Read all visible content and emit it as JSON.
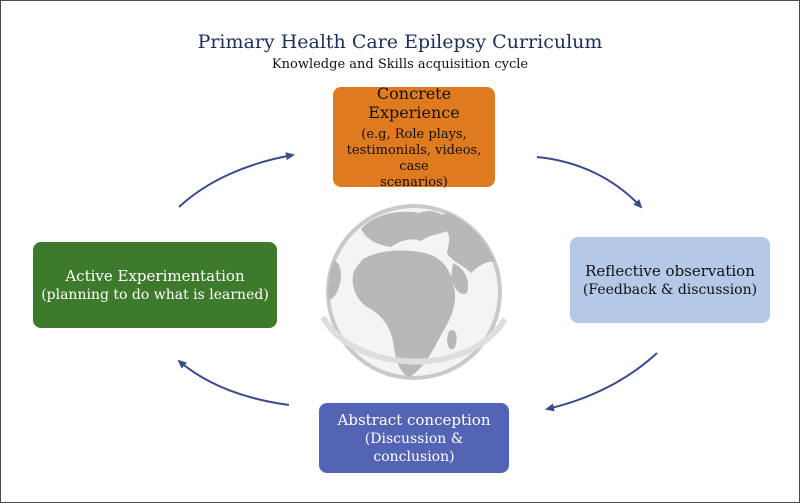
{
  "title": "Primary Health Care Epilepsy Curriculum",
  "subtitle": "Knowledge and Skills acquisition cycle",
  "stages": {
    "concrete": {
      "heading": "Concrete Experience",
      "desc": [
        "(e.g, Role plays,",
        "testimonials, videos, case",
        "scenarios)"
      ],
      "color": "#e07a1e"
    },
    "reflective": {
      "heading": "Reflective observation",
      "desc": "(Feedback & discussion)",
      "color": "#b4c8e8"
    },
    "abstract": {
      "heading": "Abstract conception",
      "desc": "(Discussion & conclusion)",
      "color": "#5264b3"
    },
    "active": {
      "heading": "Active Experimentation",
      "desc": "(planning to do what is learned)",
      "color": "#3e7a2c"
    }
  },
  "arrow_color": "#3b4a8c",
  "center_image": "globe-icon"
}
